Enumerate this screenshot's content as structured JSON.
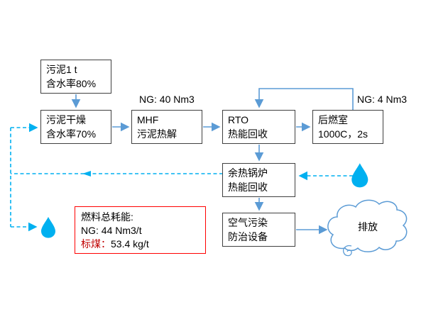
{
  "nodes": {
    "sludge_input": {
      "lines": [
        "污泥1 t",
        "含水率80%"
      ]
    },
    "sludge_drying": {
      "lines": [
        "污泥干燥",
        "含水率70%"
      ]
    },
    "mhf_pyrolysis": {
      "lines": [
        "MHF",
        "污泥热解"
      ]
    },
    "rto": {
      "lines": [
        "RTO",
        "热能回收"
      ]
    },
    "afterburner": {
      "lines": [
        "后燃室",
        "1000C，2s"
      ]
    },
    "waste_heat_boiler": {
      "lines": [
        "余热锅炉",
        "热能回收"
      ]
    },
    "air_pollution_control": {
      "lines": [
        "空气污染",
        "防治设备"
      ]
    },
    "emission_cloud": {
      "label": "排放"
    }
  },
  "labels": {
    "ng_mhf": "NG: 40 Nm3",
    "ng_afterburner": "NG: 4 Nm3"
  },
  "fuel_summary": {
    "line1": "燃料总耗能:",
    "line2": "NG: 44 Nm3/t",
    "line3_label": "标煤：",
    "line3_value": "53.4 kg/t"
  },
  "colors": {
    "solid_connector": "#5B9BD5",
    "dashed_connector": "#00B0F0",
    "droplet": "#00B0F0",
    "box_border": "#404040",
    "fuel_box_border": "#FF0000",
    "fuel_highlight_text": "#C00000",
    "cloud_stroke": "#5B9BD5"
  }
}
